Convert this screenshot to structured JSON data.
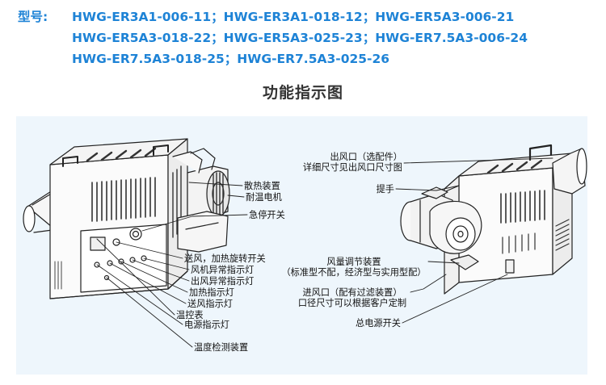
{
  "models": {
    "prefix": "型号:",
    "line1": "HWG-ER3A1-006-11；HWG-ER3A1-018-12；HWG-ER5A3-006-21",
    "line2": "HWG-ER5A3-018-22；HWG-ER5A3-025-23；HWG-ER7.5A3-006-24",
    "line3": "HWG-ER7.5A3-018-25；HWG-ER7.5A3-025-26"
  },
  "figure_title": "功能指示图",
  "left_callouts": {
    "heat_sink": "散热装置",
    "motor": "耐温电机",
    "estop": "急停开关",
    "fan_switch": "送风，加热旋转开关",
    "fan_fault": "风机异常指示灯",
    "outlet_fault": "出风异常指示灯",
    "heating_lamp": "加热指示灯",
    "fan_lamp": "送风指示灯",
    "temp_meter": "温控表",
    "power_lamp": "电源指示灯",
    "temp_sensor": "温度检测装置"
  },
  "right_callouts": {
    "outlet_line1": "出风口（选配件）",
    "outlet_line2": "详细尺寸见出风口尺寸图",
    "handle": "提手",
    "damper_line1": "风量调节装置",
    "damper_line2": "（标准型不配，经济型与实用型配）",
    "inlet_line1": "进风口（配有过滤装置）",
    "inlet_line2": "口径尺寸可以根据客户定制",
    "main_switch": "总电源开关"
  }
}
